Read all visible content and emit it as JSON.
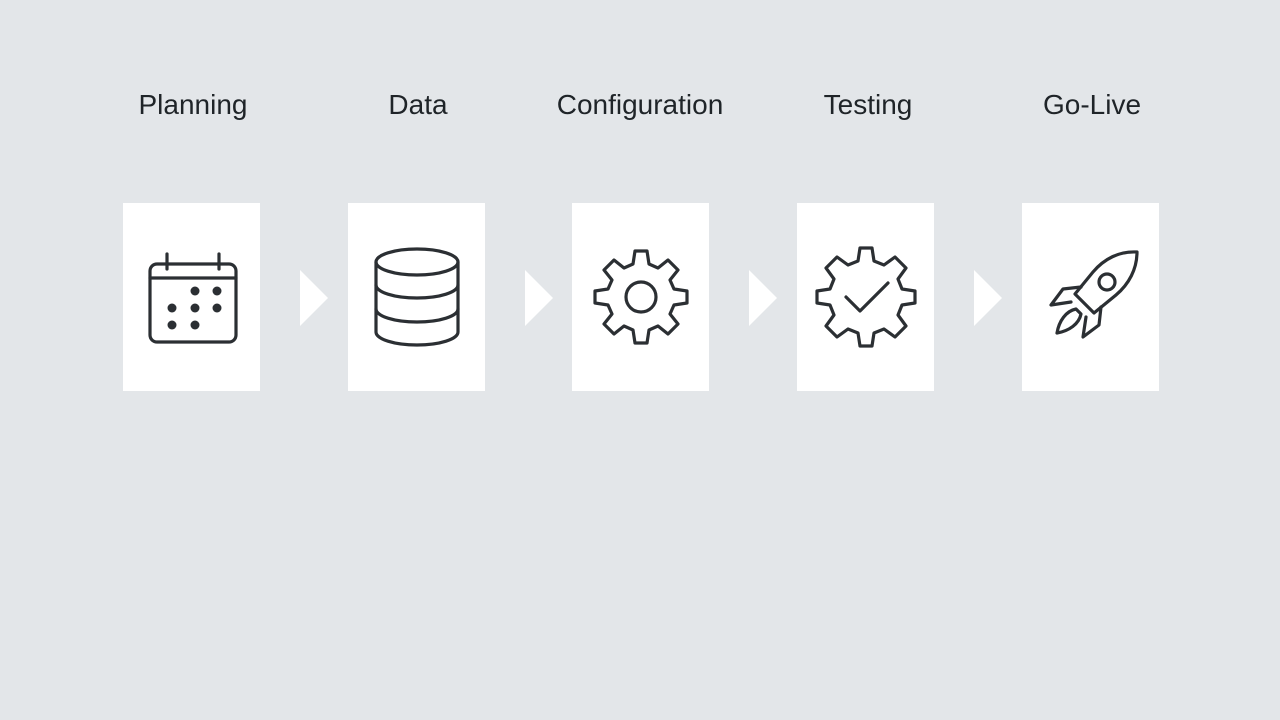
{
  "colors": {
    "background": "#e3e6e9",
    "card": "#ffffff",
    "chevron": "#ffffff",
    "text": "#1f2428",
    "icon_stroke": "#2b2f33"
  },
  "steps": [
    {
      "label": "Planning",
      "icon": "calendar-icon"
    },
    {
      "label": "Data",
      "icon": "database-icon"
    },
    {
      "label": "Configuration",
      "icon": "gear-icon"
    },
    {
      "label": "Testing",
      "icon": "gear-check-icon"
    },
    {
      "label": "Go-Live",
      "icon": "rocket-icon"
    }
  ],
  "connectors": [
    {
      "icon": "chevron-right-icon"
    },
    {
      "icon": "chevron-right-icon"
    },
    {
      "icon": "chevron-right-icon"
    },
    {
      "icon": "chevron-right-icon"
    }
  ]
}
